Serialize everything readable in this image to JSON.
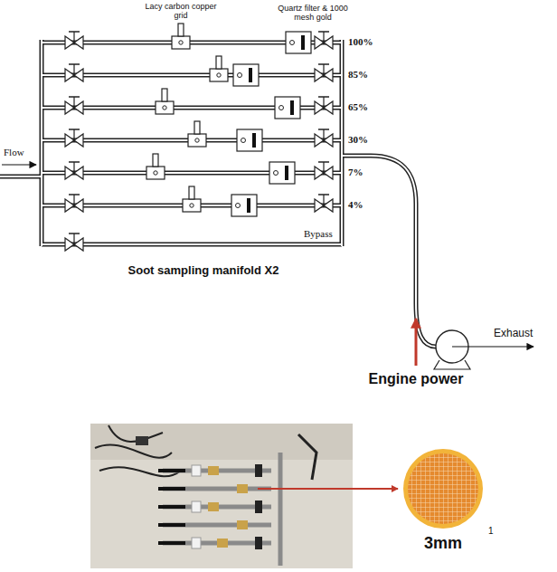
{
  "diagram": {
    "caption": "Soot sampling manifold X2",
    "labels": [
      "Lacy carbon copper grid",
      "Quartz filter & 1000 mesh gold",
      "Flow",
      "100%",
      "85%",
      "65%",
      "30%",
      "7%",
      "4%",
      "Bypass",
      "Exhaust",
      "Engine power",
      "3mm",
      "1"
    ]
  }
}
